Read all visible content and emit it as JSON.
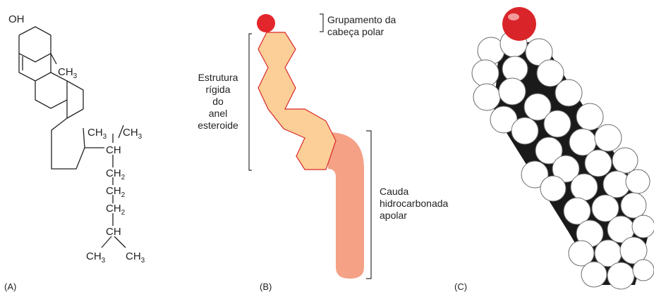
{
  "panel_a": {
    "label": "(A)",
    "atoms": {
      "oh": "OH",
      "ch3_ring": "CH",
      "ch3_c18": "CH",
      "ch3_c21": "CH",
      "ch": "CH",
      "ch2_1": "CH",
      "ch2_2": "CH",
      "ch2_3": "CH",
      "ch_2": "CH",
      "ch3_l": "CH",
      "ch3_r": "CH"
    },
    "subscripts": {
      "three": "3",
      "two": "2"
    }
  },
  "panel_b": {
    "label": "(B)",
    "head_label_1": "Grupamento da",
    "head_label_2": "cabeça polar",
    "ring_label": [
      "Estrutura",
      "rígida",
      "do",
      "anel",
      "esteroide"
    ],
    "tail_label": [
      "Cauda",
      "hidrocarbonada",
      "apolar"
    ],
    "colors": {
      "head": "#e3262b",
      "ring_fill": "#fbcf97",
      "ring_stroke": "#d8282a",
      "tail": "#f4a186"
    }
  },
  "panel_c": {
    "label": "(C)",
    "colors": {
      "oxygen": "#d9252a",
      "hydrogen": "#ffffff",
      "carbon": "#1a1a1a"
    }
  }
}
